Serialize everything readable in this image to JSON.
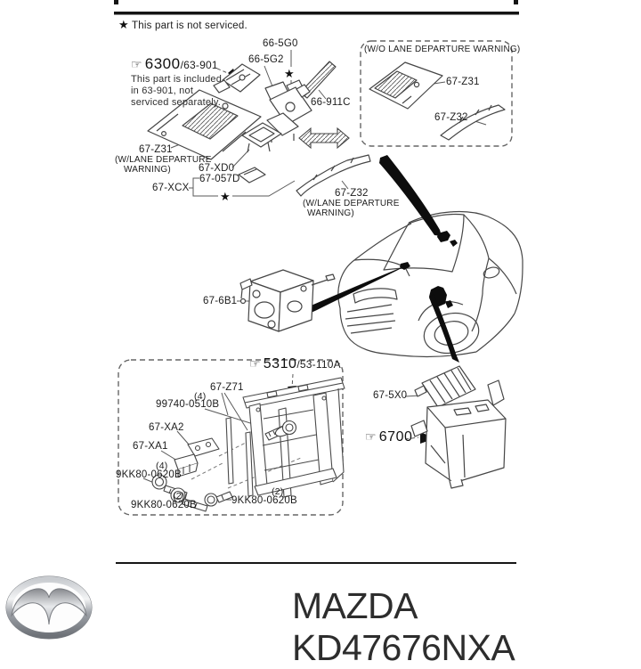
{
  "diagram": {
    "legend": {
      "star": "★",
      "text": "This part is not serviced."
    },
    "ref_6300": {
      "icon": "☞",
      "code": "6300",
      "suffix": "/63-901",
      "note_lines": [
        "This part is included",
        "in  63-901, not",
        "serviced separately."
      ]
    },
    "ref_5310": {
      "icon": "☞",
      "code": "5310",
      "suffix": "/53-110A"
    },
    "ref_6700": {
      "icon": "☞",
      "code": "6700"
    },
    "wo_lane_box": {
      "title": "(W/O LANE DEPARTURE WARNING)"
    },
    "w_lane_caption": [
      "(W/LANE DEPARTURE",
      "WARNING)"
    ],
    "labels": {
      "l66_5g0": "66-5G0",
      "l66_5g2": "66-5G2",
      "l66_911c": "66-911C",
      "l67_z31": "67-Z31",
      "l67_z32": "67-Z32",
      "l67_xd0": "67-XD0",
      "l67_057d": "67-057D",
      "l67_xcx": "67-XCX",
      "l67_6b1": "67-6B1",
      "l67_z71": "67-Z71",
      "l99740": "99740-0510B",
      "l67_xa2": "67-XA2",
      "l67_xa1": "67-XA1",
      "l9kk80": "9KK80-0620B",
      "l67_5x0": "67-5X0",
      "qty4": "(4)",
      "qty2": "(2)"
    }
  },
  "footer": {
    "text": "MAZDA KD47676NXA",
    "logo_alt": "mazda-logo"
  },
  "colors": {
    "line": "#454545",
    "label": "#1c1c1c",
    "dash_box": "#666666",
    "background": "#ffffff",
    "solid_black": "#0f0f0f"
  }
}
